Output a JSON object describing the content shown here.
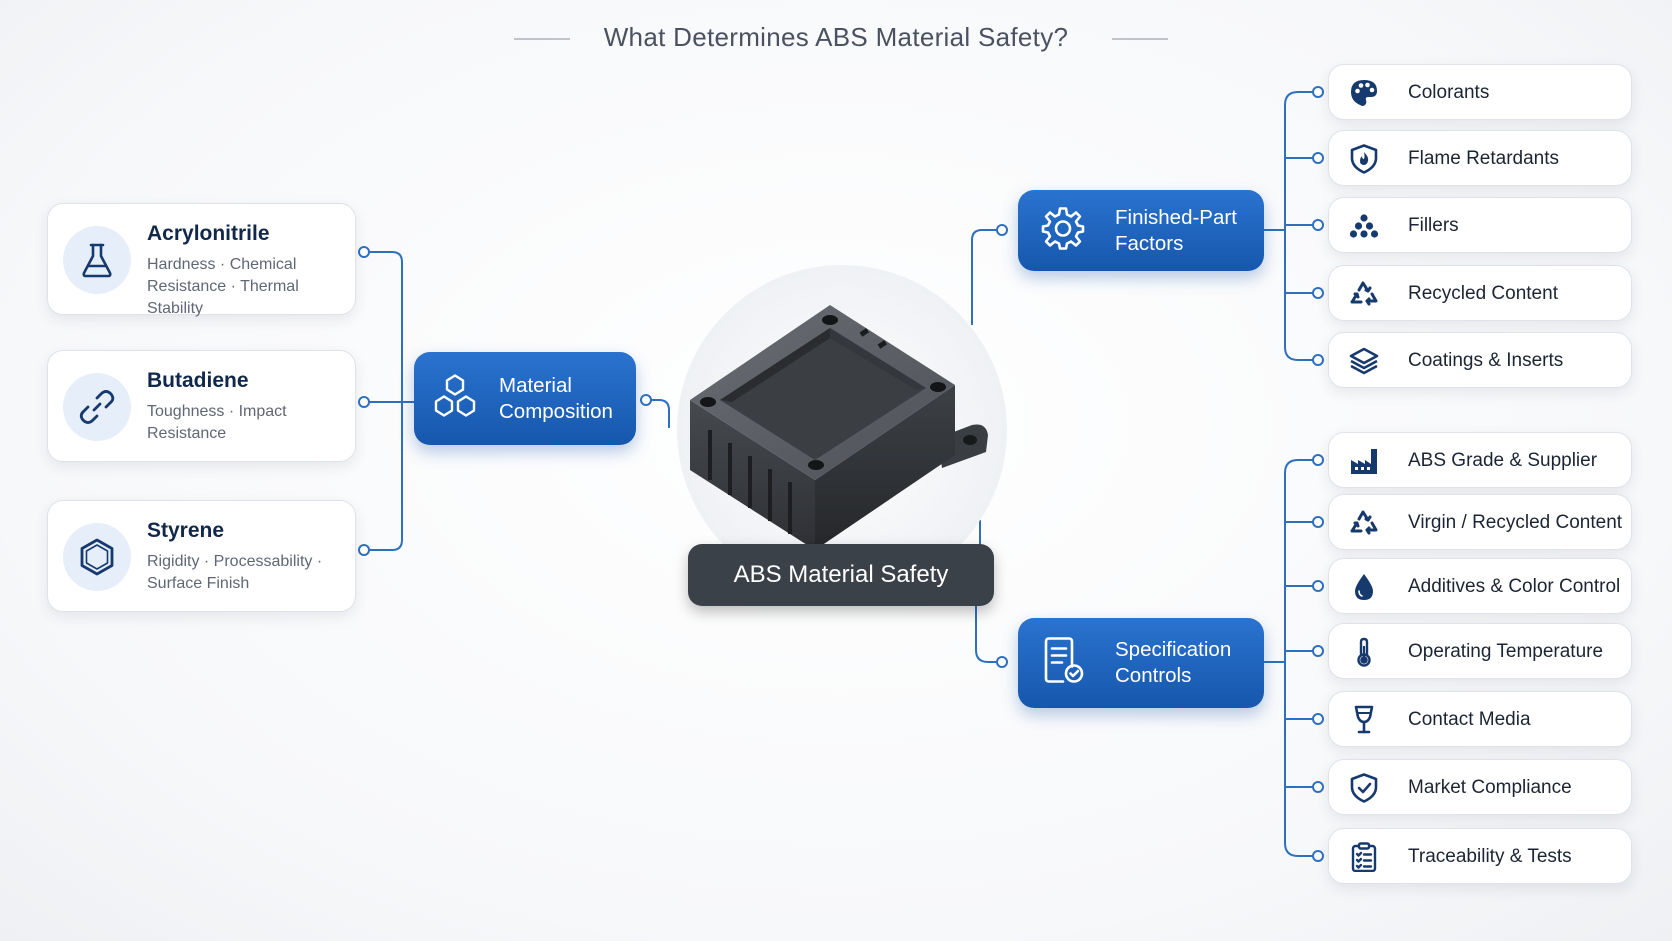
{
  "title": "What Determines ABS Material Safety?",
  "center": {
    "label": "ABS Material Safety"
  },
  "hubs": {
    "material": {
      "label": "Material Composition",
      "icon": "hexagons-icon"
    },
    "finished": {
      "label": "Finished-Part Factors",
      "icon": "gear-icon"
    },
    "spec": {
      "label": "Specification Controls",
      "icon": "document-check-icon"
    }
  },
  "components": [
    {
      "name": "Acrylonitrile",
      "desc": "Hardness · Chemical Resistance · Thermal Stability",
      "icon": "flask-icon"
    },
    {
      "name": "Butadiene",
      "desc": "Toughness · Impact Resistance",
      "icon": "chain-link-icon"
    },
    {
      "name": "Styrene",
      "desc": "Rigidity · Processability · Surface Finish",
      "icon": "hexagon-icon"
    }
  ],
  "finished_factors": [
    {
      "label": "Colorants",
      "icon": "palette-icon"
    },
    {
      "label": "Flame Retardants",
      "icon": "shield-flame-icon"
    },
    {
      "label": "Fillers",
      "icon": "dots-cluster-icon"
    },
    {
      "label": "Recycled Content",
      "icon": "recycle-icon"
    },
    {
      "label": "Coatings & Inserts",
      "icon": "layers-icon"
    }
  ],
  "specification_controls": [
    {
      "label": "ABS Grade & Supplier",
      "icon": "factory-icon"
    },
    {
      "label": "Virgin / Recycled Content",
      "icon": "recycle-icon"
    },
    {
      "label": "Additives & Color Control",
      "icon": "droplet-icon"
    },
    {
      "label": "Operating Temperature",
      "icon": "thermometer-icon"
    },
    {
      "label": "Contact Media",
      "icon": "wine-glass-icon"
    },
    {
      "label": "Market Compliance",
      "icon": "shield-check-icon"
    },
    {
      "label": "Traceability & Tests",
      "icon": "clipboard-list-icon"
    }
  ],
  "colors": {
    "hub_blue": "#1e63b8",
    "connector": "#2f6fc0",
    "center_label": "#3b4149",
    "icon_navy": "#173a6e"
  }
}
